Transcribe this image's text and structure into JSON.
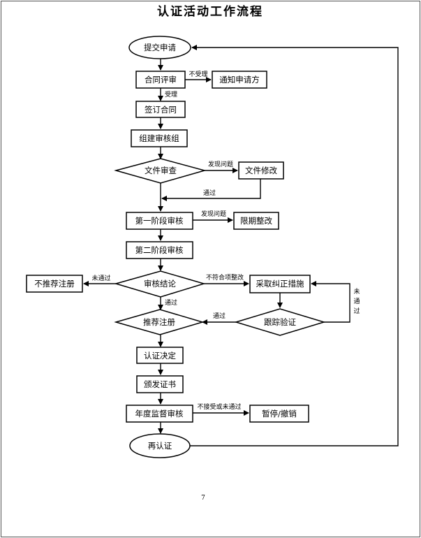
{
  "title": "认证活动工作流程",
  "page_number": "7",
  "nodes": {
    "submit": "提交申请",
    "contract_review": "合同评审",
    "notify": "通知申请方",
    "sign": "签订合同",
    "team": "组建审核组",
    "doc_review": "文件审查",
    "doc_fix": "文件修改",
    "stage1": "第一阶段审核",
    "rectify": "限期整改",
    "stage2": "第二阶段审核",
    "audit_result": "审核结论",
    "not_recommend": "不推荐注册",
    "corrective": "采取纠正措施",
    "recommend": "推荐注册",
    "track": "跟踪验证",
    "decision": "认证决定",
    "issue": "颁发证书",
    "annual": "年度监督审核",
    "suspend": "暂停/撤销",
    "recert": "再认证"
  },
  "labels": {
    "not_accepted": "不受理",
    "accepted": "受理",
    "issue_found_1": "发现问题",
    "passed_1": "通过",
    "issue_found_2": "发现问题",
    "not_passed": "未通过",
    "nonconform": "不符合项整改",
    "passed_2": "通过",
    "passed_3": "通过",
    "not_passed_v": "未通过",
    "not_accept_or_fail": "不接受或未通过"
  }
}
